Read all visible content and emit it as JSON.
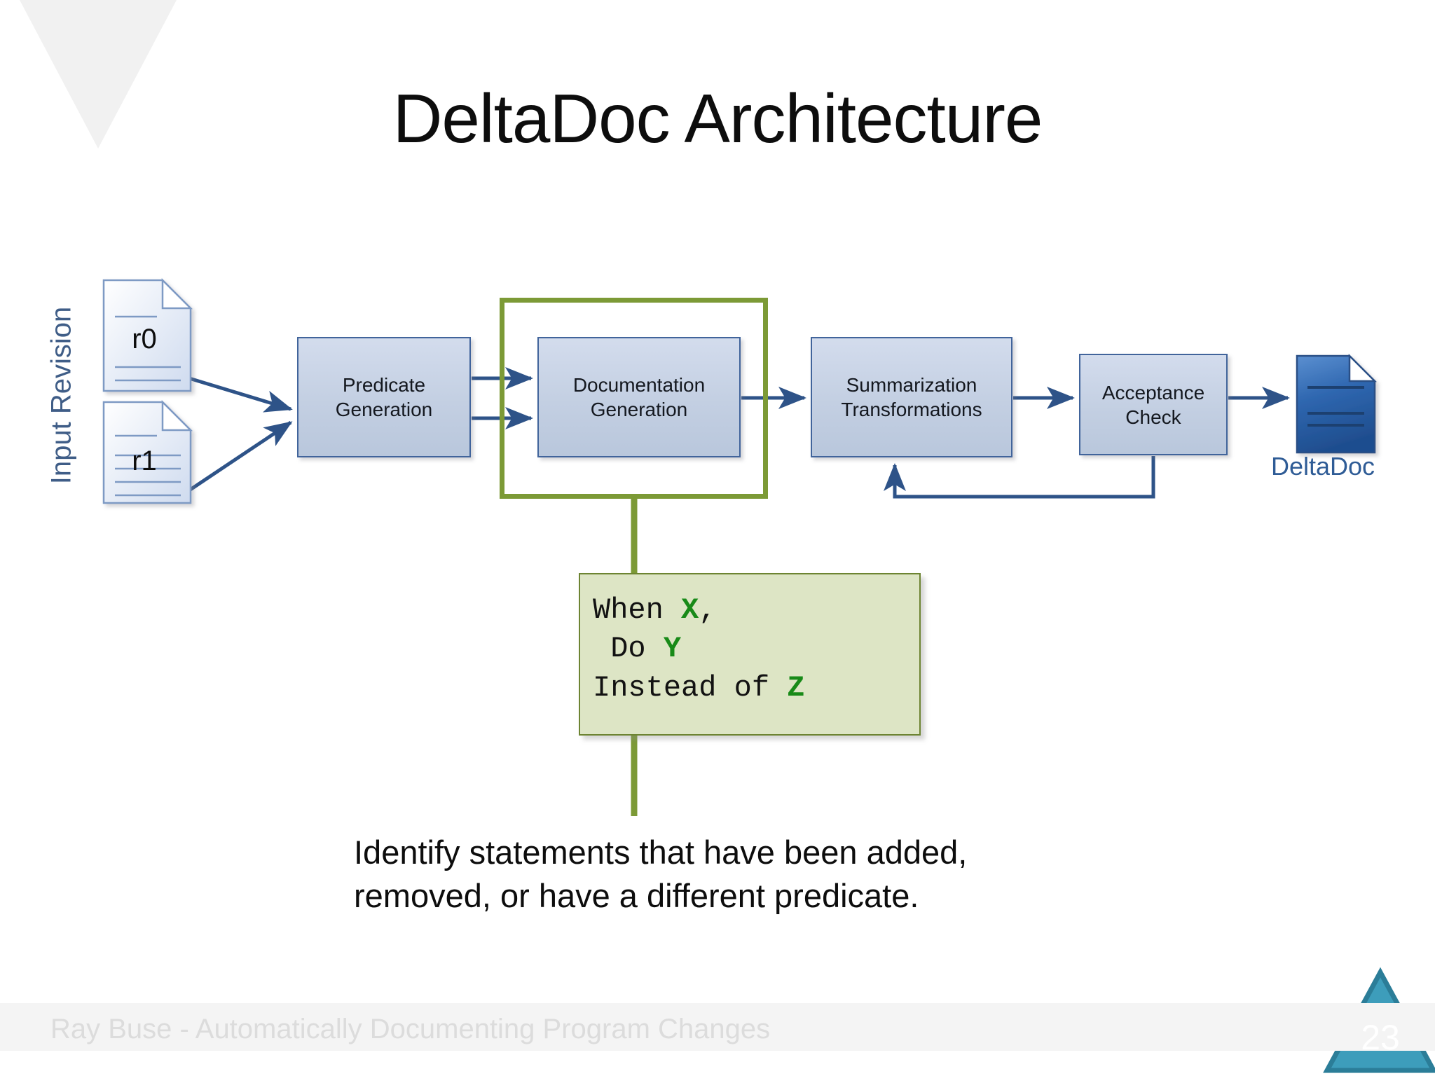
{
  "slide": {
    "title": "DeltaDoc Architecture",
    "number": "23",
    "footer": "Ray Buse - Automatically Documenting Program Changes"
  },
  "diagram": {
    "input_label": "Input Revision",
    "inputs": [
      {
        "id": "r0",
        "label": "r0"
      },
      {
        "id": "r1",
        "label": "r1"
      }
    ],
    "stages": [
      {
        "id": "predicate-generation",
        "line1": "Predicate",
        "line2": "Generation"
      },
      {
        "id": "documentation-generation",
        "line1": "Documentation",
        "line2": "Generation"
      },
      {
        "id": "summarization-transformations",
        "line1": "Summarization",
        "line2": "Transformations"
      },
      {
        "id": "acceptance-check",
        "line1": "Acceptance",
        "line2": "Check"
      }
    ],
    "output": {
      "id": "deltadoc",
      "label": "DeltaDoc"
    },
    "highlight_target": "documentation-generation"
  },
  "callout": {
    "line1_prefix": "When ",
    "line1_var": "X",
    "line1_suffix": ",",
    "line2_prefix": " Do ",
    "line2_var": "Y",
    "line2_suffix": "",
    "line3_prefix": "Instead of ",
    "line3_var": "Z",
    "line3_suffix": ""
  },
  "caption": {
    "line1": "Identify statements that have been added,",
    "line2": "removed, or have a different predicate."
  },
  "colors": {
    "highlight_green": "#7c9a36",
    "callout_fill": "#dde5c5",
    "callout_border": "#6d8432",
    "callout_var": "#188a18",
    "box_border": "#41649b",
    "arrow": "#2e5388",
    "deltadoc_label": "#2f5c96",
    "input_label": "#3f5d87",
    "badge": "#3d9dbb",
    "footer_text": "#dcdcdc"
  }
}
